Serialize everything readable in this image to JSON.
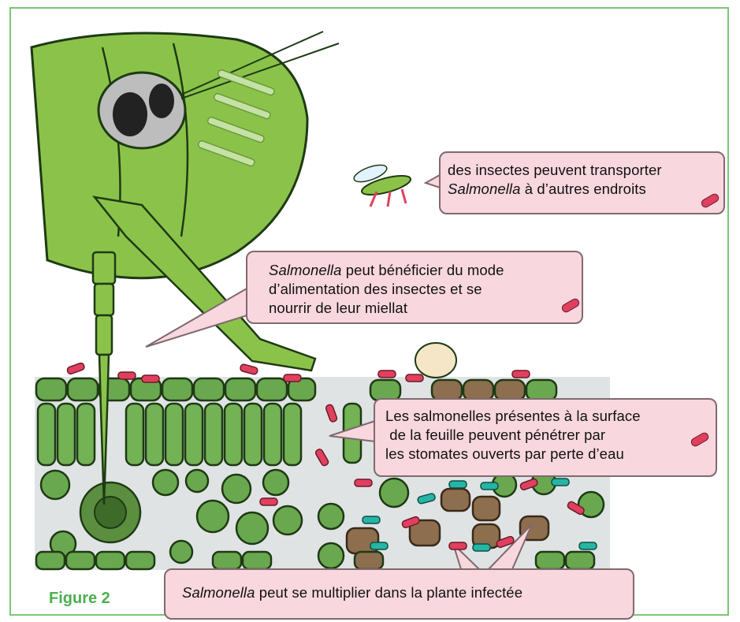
{
  "figure_label": "Figure 2",
  "callouts": {
    "insects": {
      "line1": "des insectes peuvent transporter",
      "line2_italic": "Salmonella",
      "line2_rest": " à d’autres endroits"
    },
    "feeding": {
      "line1_italic": "Salmonella",
      "line1_rest": " peut bénéficier du mode",
      "line2": "d’alimentation des insectes et se",
      "line3": "nourrir de leur miellat"
    },
    "stomata": {
      "line1": "Les salmonelles présentes à la surface",
      "line2": " de la feuille peuvent pénétrer par",
      "line3": "les stomates ouverts par perte d’eau"
    },
    "multiply": {
      "italic": "Salmonella",
      "rest": " peut se multiplier dans la plante infectée"
    }
  },
  "colors": {
    "frame": "#7cc576",
    "callout_fill": "#f8d7de",
    "salmonella": "#e0405e",
    "leaf_cell": "#6aa84f",
    "insect": "#8bc34a",
    "figure_label": "#4caf50"
  }
}
